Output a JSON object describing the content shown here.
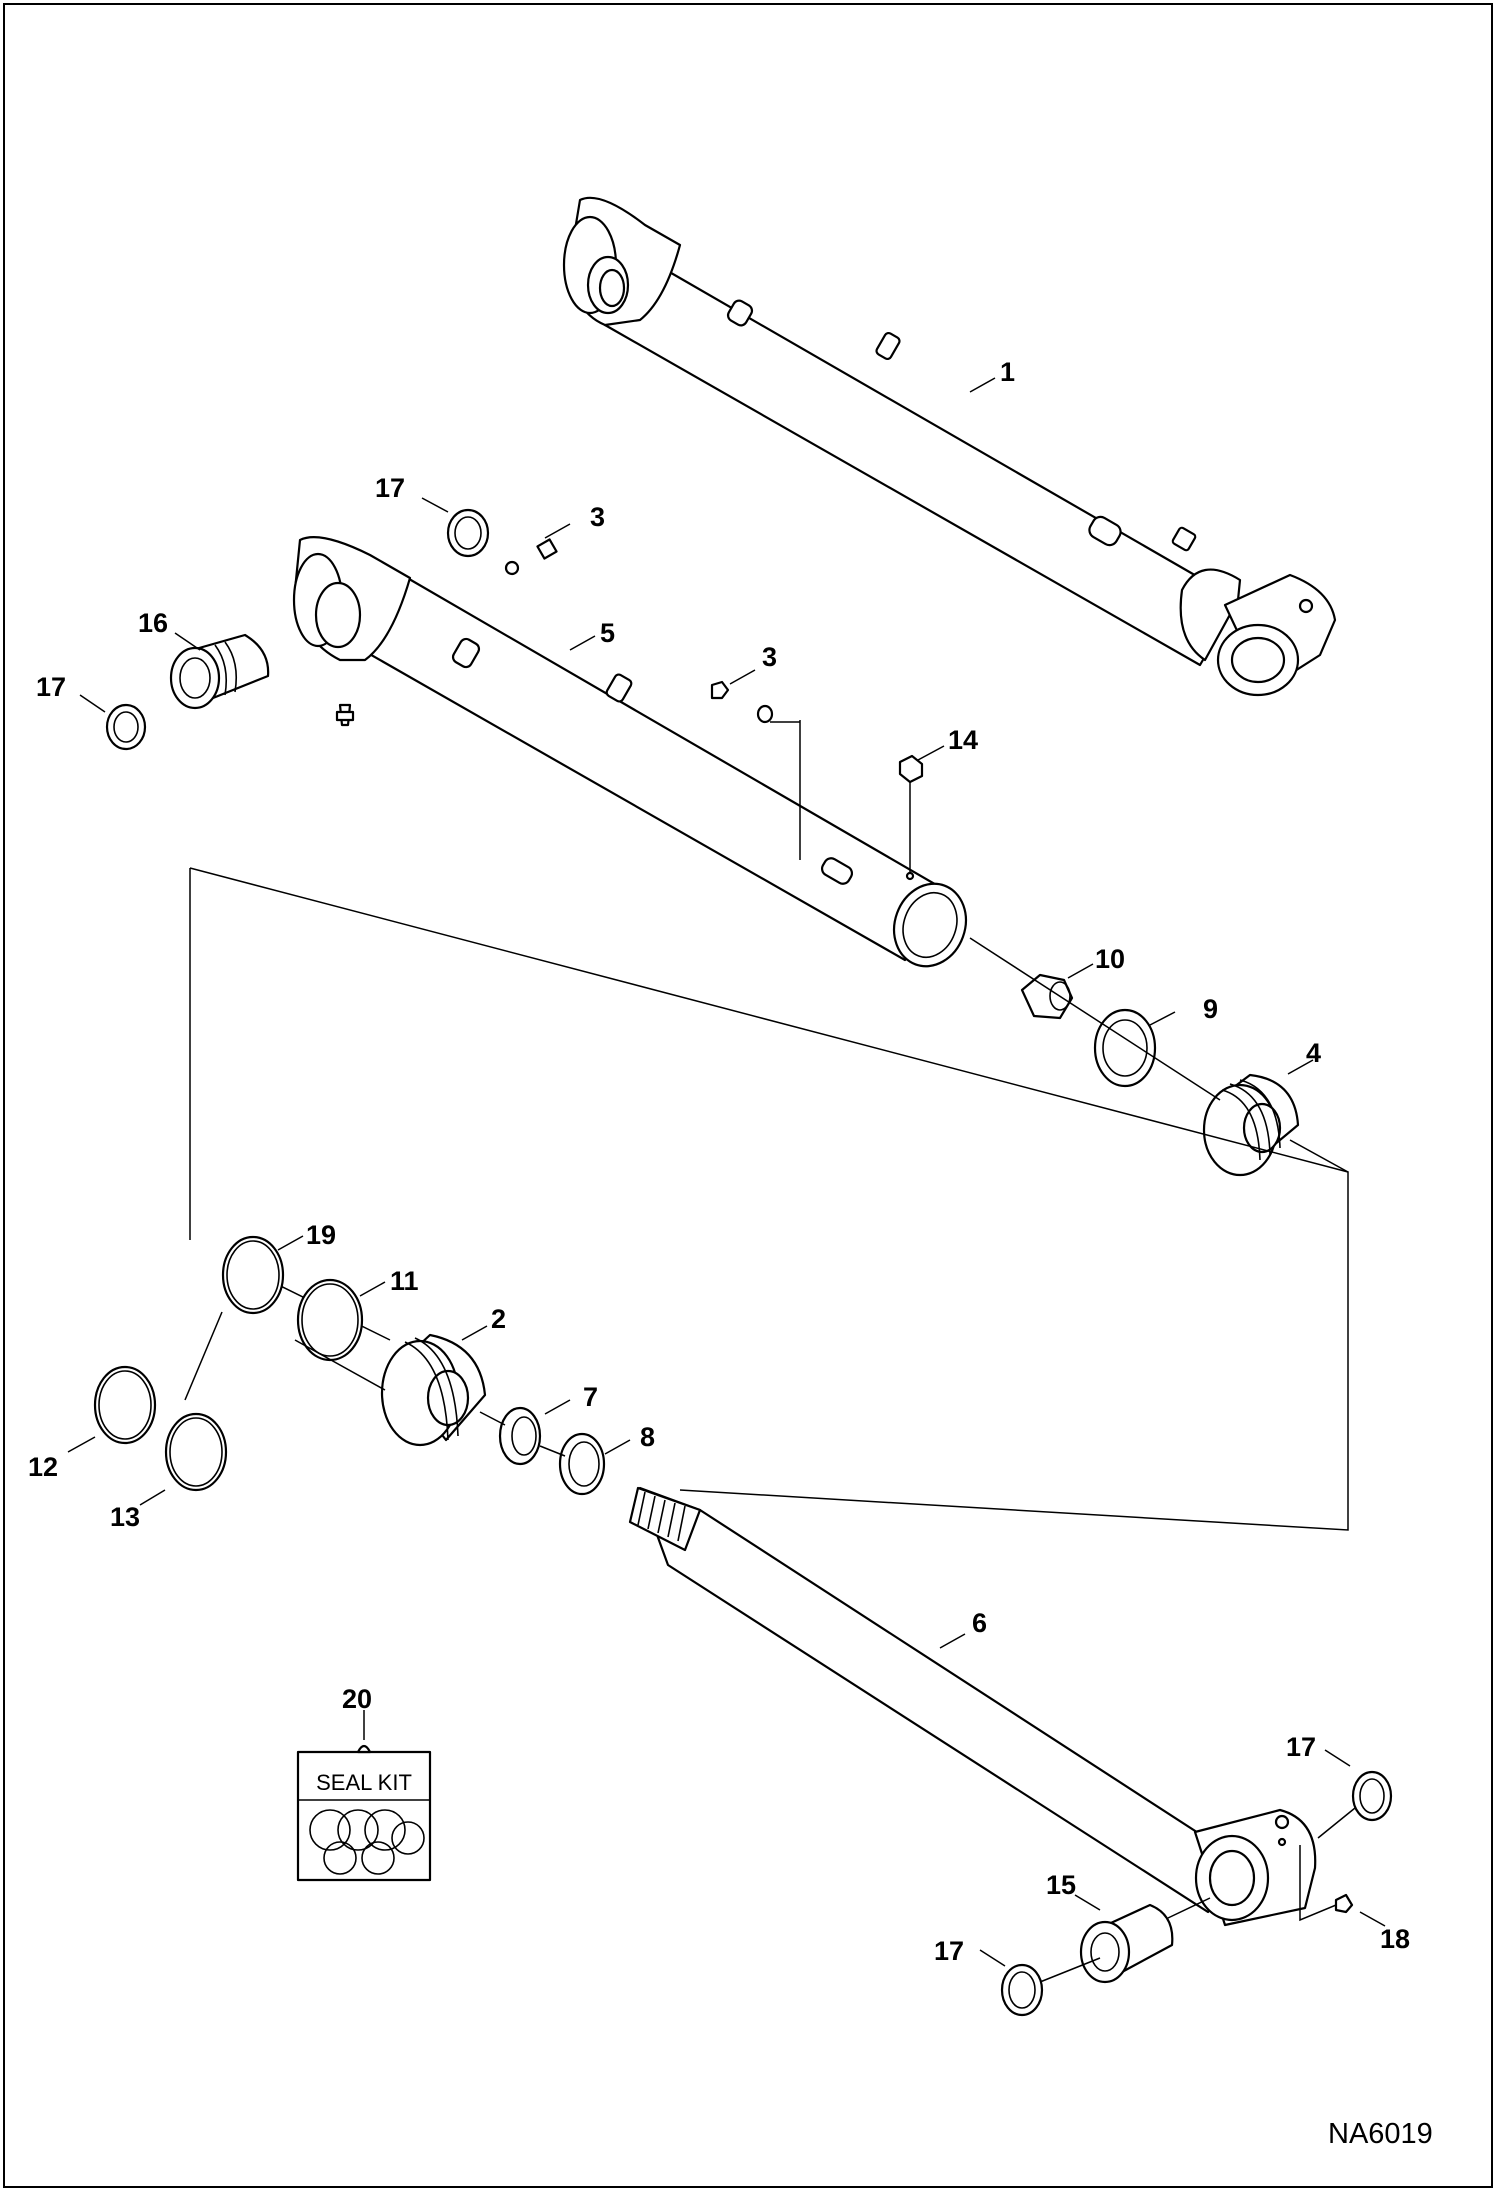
{
  "diagram": {
    "figure_id": "NA6019",
    "seal_kit_label": "SEAL KIT",
    "callouts": {
      "c1": "1",
      "c2": "2",
      "c3a": "3",
      "c3b": "3",
      "c4": "4",
      "c5": "5",
      "c6": "6",
      "c7": "7",
      "c8": "8",
      "c9": "9",
      "c10": "10",
      "c11": "11",
      "c12": "12",
      "c13": "13",
      "c14": "14",
      "c15": "15",
      "c16": "16",
      "c17a": "17",
      "c17b": "17",
      "c17c": "17",
      "c17d": "17",
      "c18": "18",
      "c19": "19",
      "c20": "20"
    }
  }
}
